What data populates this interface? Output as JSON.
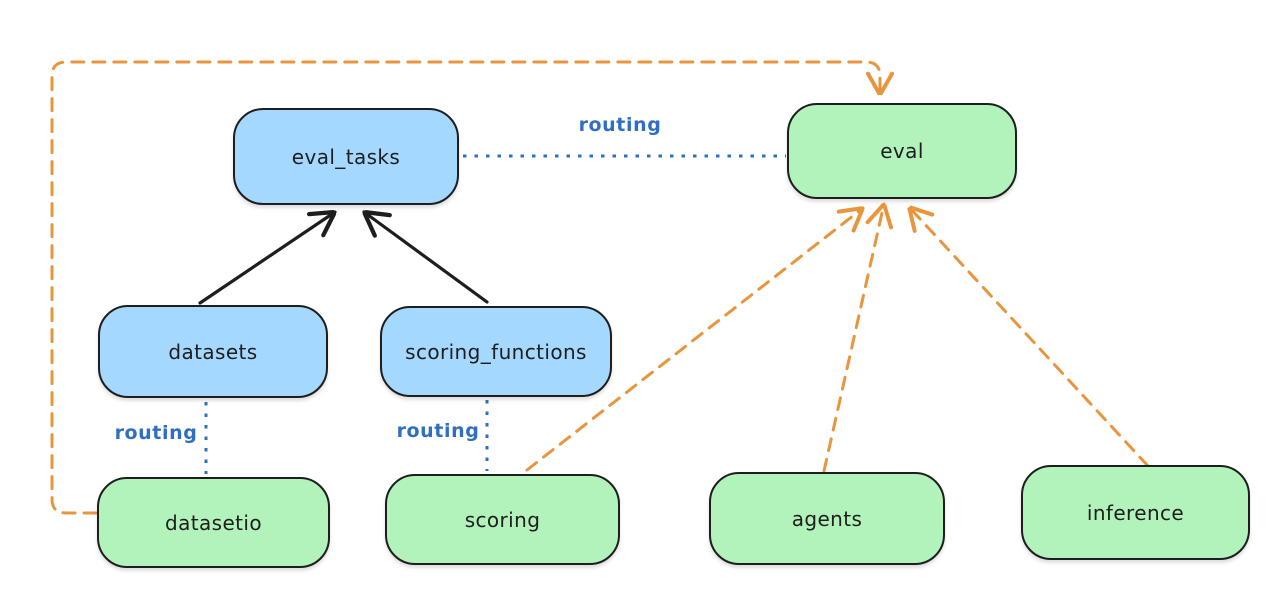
{
  "diagram": {
    "colors": {
      "bg": "#ffffff",
      "blue_fill": "#a5d8ff",
      "green_fill": "#b2f2bb",
      "stroke": "#1e1e1e",
      "routing_blue": "#2f6fc1",
      "orange": "#e8953d"
    },
    "nodes": [
      {
        "id": "eval_tasks",
        "label": "eval_tasks",
        "type": "blue"
      },
      {
        "id": "eval",
        "label": "eval",
        "type": "green"
      },
      {
        "id": "datasets",
        "label": "datasets",
        "type": "blue"
      },
      {
        "id": "scoring_functions",
        "label": "scoring_functions",
        "type": "blue"
      },
      {
        "id": "datasetio",
        "label": "datasetio",
        "type": "green"
      },
      {
        "id": "scoring",
        "label": "scoring",
        "type": "green"
      },
      {
        "id": "agents",
        "label": "agents",
        "type": "green"
      },
      {
        "id": "inference",
        "label": "inference",
        "type": "green"
      }
    ],
    "edge_labels": [
      {
        "id": "routing-eval-tasks-eval",
        "text": "routing"
      },
      {
        "id": "routing-datasets-datasetio",
        "text": "routing"
      },
      {
        "id": "routing-scoring-functions-scoring",
        "text": "routing"
      }
    ]
  }
}
